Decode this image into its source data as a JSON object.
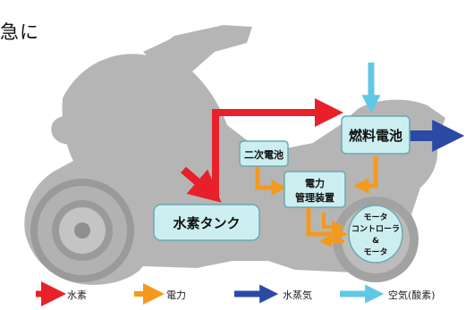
{
  "top_text": "急に",
  "components": {
    "hydrogen_tank": "水素タンク",
    "fuel_cell": "燃料電池",
    "secondary_battery": "二次電池",
    "power_management_line1": "電力",
    "power_management_line2": "管理装置",
    "motor_controller_line1": "モータ",
    "motor_controller_line2": "コントローラ",
    "motor_controller_line3": "&",
    "motor_controller_line4": "モータ"
  },
  "legend": [
    {
      "label": "水素",
      "color": "#e8202a"
    },
    {
      "label": "電力",
      "color": "#f39a1e"
    },
    {
      "label": "水蒸気",
      "color": "#2b4aa6"
    },
    {
      "label": "空気(酸素)",
      "color": "#5fc8e6"
    }
  ],
  "colors": {
    "scooter_body": "#b5b5b5",
    "box_fill": "#cdeef0",
    "box_stroke": "#6aaab0"
  }
}
